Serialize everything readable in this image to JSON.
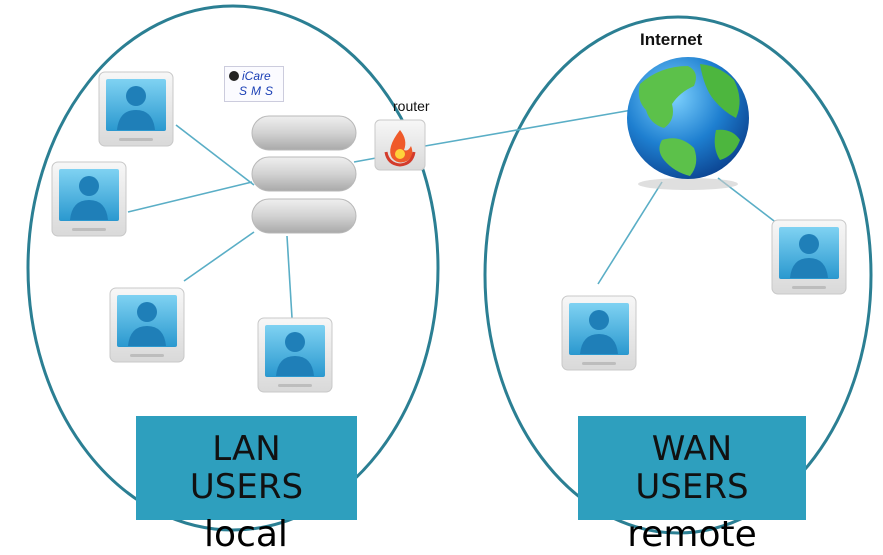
{
  "lan": {
    "line1": "LAN",
    "line2": "USERS",
    "sub": "local"
  },
  "wan": {
    "line1": "WAN",
    "line2": "USERS",
    "sub": "remote"
  },
  "router_label": "router",
  "internet_label": "Internet",
  "brand": {
    "line1": "iCare",
    "line2": "SMS"
  },
  "colors": {
    "ellipse_stroke": "#2b7f93",
    "label_box": "#2e9fbe",
    "connector": "#5aaec6",
    "monitor_screen": "#3aa9d8",
    "user_icon": "#1f7fb8"
  }
}
